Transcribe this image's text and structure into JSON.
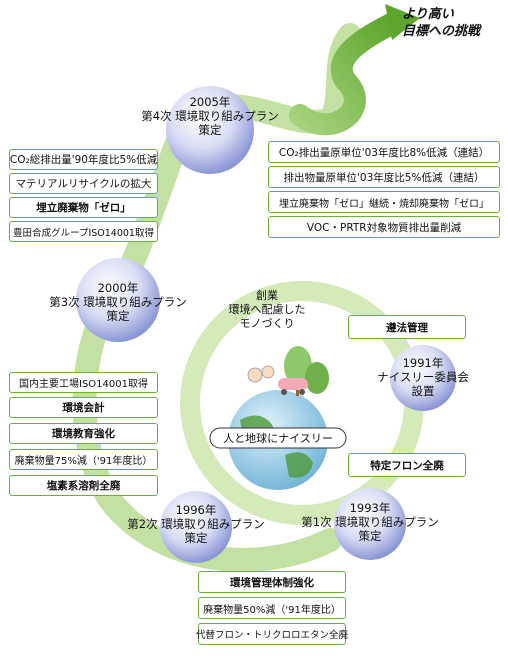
{
  "goal": {
    "line1": "より高い",
    "line2": "目標への挑戦"
  },
  "phases": {
    "p4": {
      "year": "2005年",
      "line1": "第4次 環境取り組みプラン",
      "line2": "策定"
    },
    "p3": {
      "year": "2000年",
      "line1": "第3次 環境取り組みプラン",
      "line2": "策定"
    },
    "p2": {
      "year": "1996年",
      "line1": "第2次 環境取り組みプラン",
      "line2": "策定"
    },
    "p1": {
      "year": "1993年",
      "line1": "第1次 環境取り組みプラン",
      "line2": "策定"
    },
    "p0": {
      "year": "1991年",
      "line1": "ナイスリー委員会",
      "line2": "設置"
    }
  },
  "left_top_items": [
    "CO₂総排出量'90年度比5%低減",
    "マテリアルリサイクルの拡大",
    "埋立廃棄物「ゼロ」",
    "豊田合成グループISO14001取得"
  ],
  "right_top_items": [
    "CO₂排出量原単位'03年度比8%低減（連結）",
    "排出物量原単位'03年度比5%低減（連結）",
    "埋立廃棄物「ゼロ」継続・焼却廃棄物「ゼロ」",
    "VOC・PRTR対象物質排出量削減"
  ],
  "left_mid_items": [
    "国内主要工場ISO14001取得",
    "環境会計",
    "環境教育強化",
    "廃棄物量75%減（'91年度比）",
    "塩素系溶剤全廃"
  ],
  "bottom_items": [
    "環境管理体制強化",
    "廃棄物量50%減（'91年度比）",
    "代替フロン・トリクロロエタン全廃"
  ],
  "inner_items": {
    "top": "遵法管理",
    "bottom": "特定フロン全廃"
  },
  "founding": {
    "line1": "創業",
    "line2": "環境へ配慮した",
    "line3": "モノづくり"
  },
  "globe_banner": "人と地球にナイスリー",
  "colors": {
    "green": "#6cae3a",
    "light_green": "#c6e2a6",
    "bubble": "#8c98d6"
  }
}
